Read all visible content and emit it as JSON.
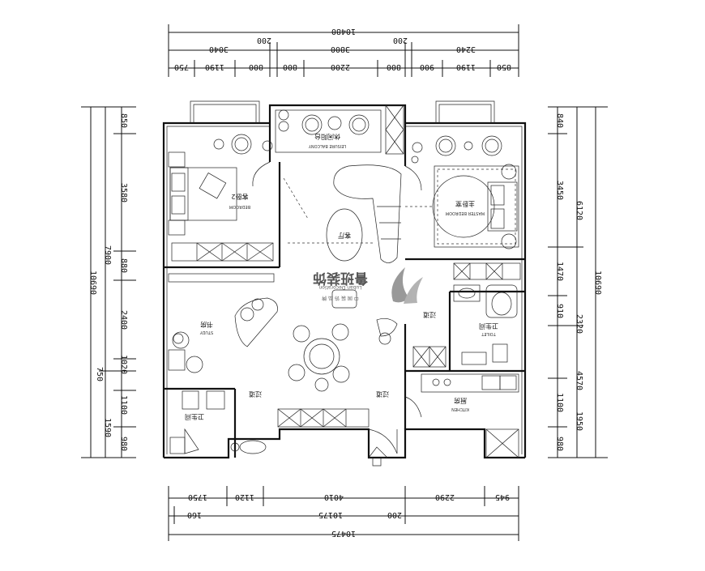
{
  "top_dims": {
    "overall": "10480",
    "row2": [
      "3040",
      "200",
      "3800",
      "200",
      "3240"
    ],
    "row3": [
      "750",
      "1190",
      "800",
      "800",
      "2200",
      "800",
      "900",
      "1190",
      "850"
    ]
  },
  "bottom_dims": {
    "row1": [
      "1750",
      "1120",
      "4010",
      "2290",
      "945"
    ],
    "row2": [
      "160",
      "10175",
      "200"
    ],
    "overall": "10475"
  },
  "left_dims": {
    "overall": "10690",
    "sub": "7900",
    "inner": [
      "850",
      "3580",
      "880",
      "2400",
      "1020",
      "1100",
      "1590",
      "980"
    ],
    "extra": "750"
  },
  "right_dims": {
    "overall": "10690",
    "sub": "6120",
    "sub2": "4570",
    "inner": [
      "840",
      "3450",
      "1470",
      "910",
      "2320",
      "1100",
      "1950",
      "980"
    ]
  },
  "rooms": {
    "balcony": "休闲阳台",
    "balcony_sub": "LEISURE BALCONY",
    "bedroom2": "客卧2",
    "bedroom2_sub": "BEDROOM",
    "master": "主卧室",
    "master_sub": "MASTER BEDROOM",
    "living": "客厅",
    "study": "书房",
    "study_sub": "STUDY",
    "corridor_r": "过道",
    "corridor_l": "过道",
    "corridor_c": "过道",
    "bath_r": "卫生间",
    "bath_r_sub": "TOILET",
    "bath_l": "卫生间",
    "kitchen": "厨房",
    "kitchen_sub": "KITCHEN"
  },
  "watermark": {
    "brand": "鲁班装饰",
    "en": "Luban Decoration",
    "sub": "中 国 装 饰 品 牌"
  }
}
